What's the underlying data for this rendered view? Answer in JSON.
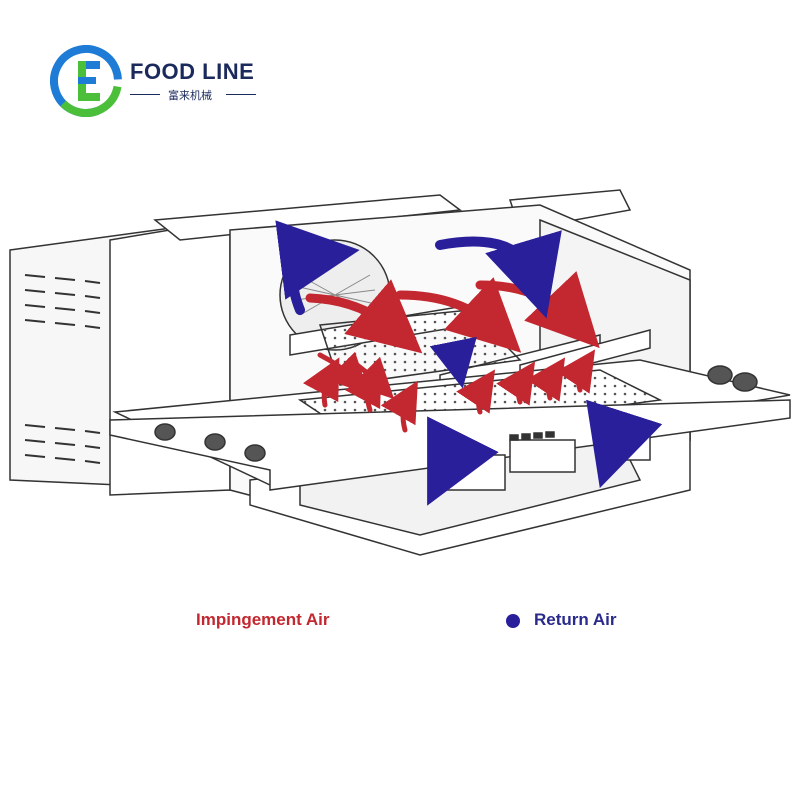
{
  "brand": {
    "name": "FOOD LINE",
    "subtitle": "富来机械",
    "colors": {
      "blue": "#1e7bd6",
      "green": "#4cbf3a",
      "navy": "#1b2a5c"
    }
  },
  "legend": {
    "impingement_label": "Impingement Air",
    "return_label": "Return Air",
    "impingement_color": "#c3272f",
    "return_color": "#2a1f9b"
  }
}
